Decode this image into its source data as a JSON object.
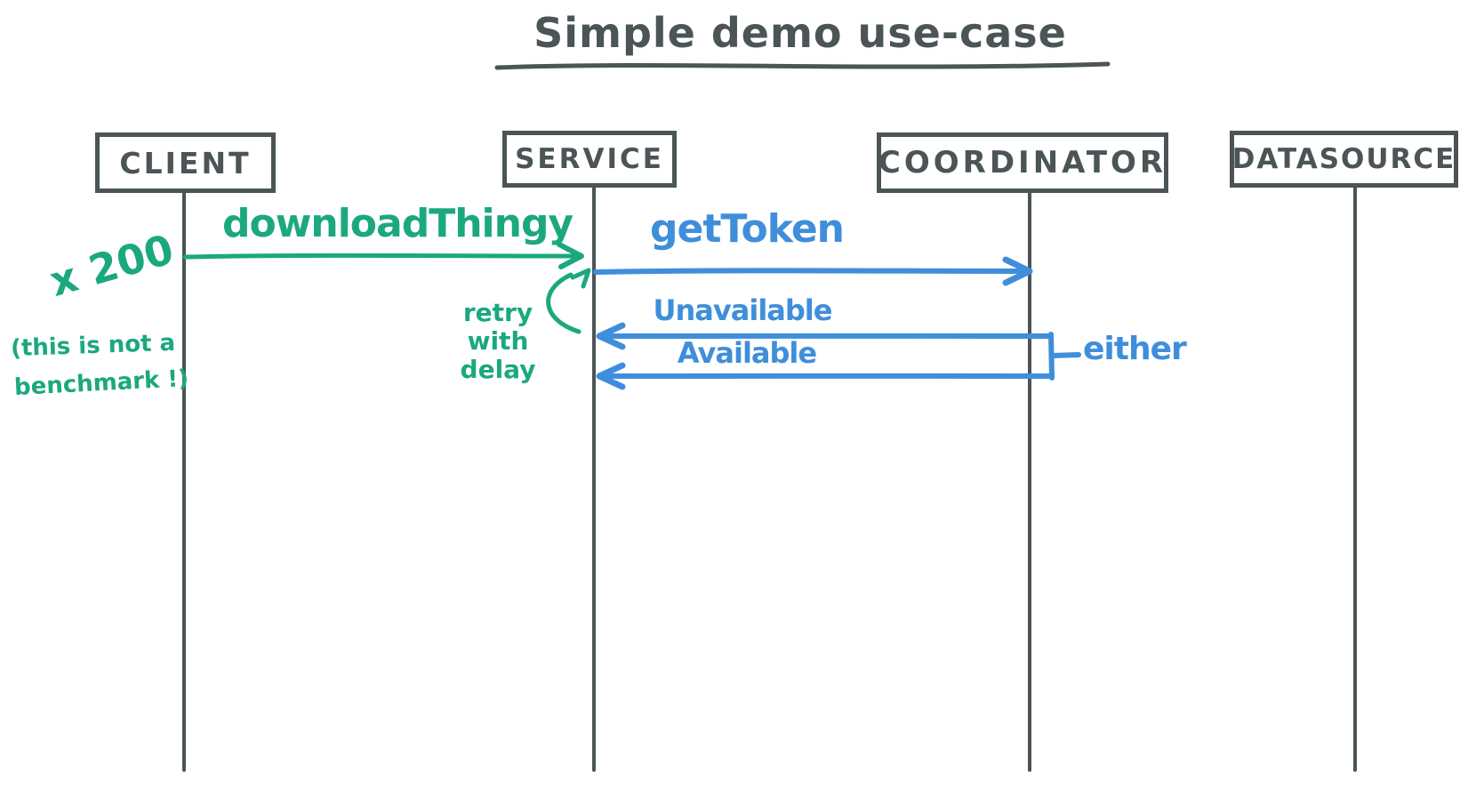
{
  "title": "Simple demo use-case",
  "colors": {
    "ink": "#4b5456",
    "green": "#1ba87e",
    "blue": "#3f8edb",
    "background": "#ffffff"
  },
  "actors": [
    {
      "name": "CLIENT"
    },
    {
      "name": "SERVICE"
    },
    {
      "name": "COORDINATOR"
    },
    {
      "name": "DATASOURCE"
    }
  ],
  "messages": [
    {
      "label": "downloadThingy",
      "from": "CLIENT",
      "to": "SERVICE",
      "color": "green"
    },
    {
      "label": "getToken",
      "from": "SERVICE",
      "to": "COORDINATOR",
      "color": "blue"
    },
    {
      "label": "Unavailable",
      "from": "COORDINATOR",
      "to": "SERVICE",
      "color": "blue"
    },
    {
      "label": "Available",
      "from": "COORDINATOR",
      "to": "SERVICE",
      "color": "blue"
    }
  ],
  "annotations": {
    "multiplier": "x 200",
    "note_line1": "(this is not a",
    "note_line2": "benchmark !)",
    "retry_lines": [
      "retry",
      "with",
      "delay"
    ],
    "either_label": "either"
  }
}
